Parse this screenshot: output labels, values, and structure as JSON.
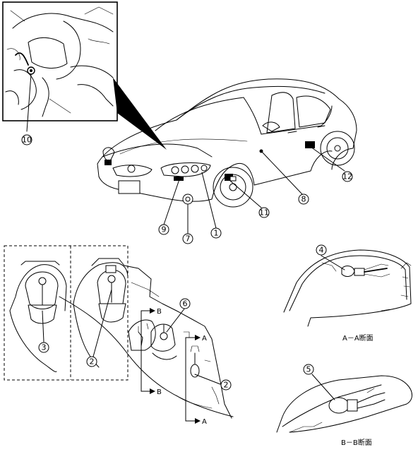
{
  "callouts": {
    "c1": "1",
    "c2a": "2",
    "c2b": "2",
    "c3": "3",
    "c4": "4",
    "c5": "5",
    "c6": "6",
    "c7": "7",
    "c8": "8",
    "c9": "9",
    "c10": "10",
    "c11": "11",
    "c12": "12"
  },
  "sections": {
    "aa_label": "A－A断面",
    "bb_label": "B－B断面"
  },
  "cut_marks": {
    "a_top": "A",
    "a_bottom": "A",
    "b_top": "B",
    "b_bottom": "B"
  }
}
